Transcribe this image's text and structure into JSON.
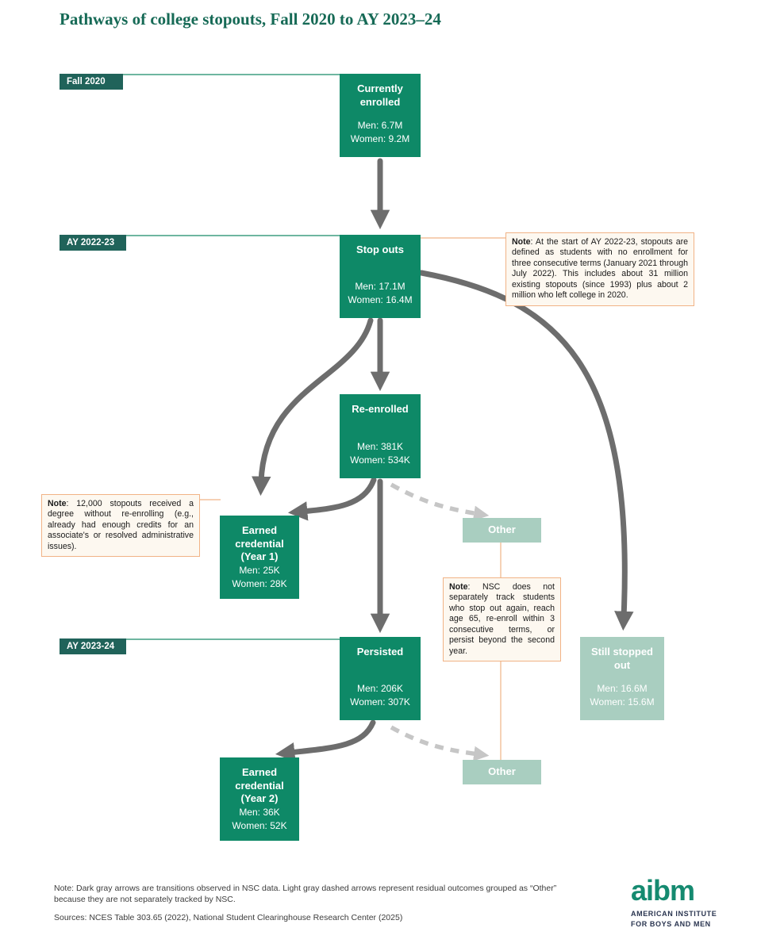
{
  "title": "Pathways of college stopouts, Fall 2020 to AY 2023–24",
  "colors": {
    "box_green": "#0e8967",
    "box_light_green": "#a9cec0",
    "period_label_teal": "#20635a",
    "timeline_teal": "#178a68",
    "arrow_dark_gray": "#6d6d6d",
    "arrow_light_gray": "#c6c6c6",
    "note_border_orange": "#f1b386",
    "note_background": "#fdf8f0",
    "title_teal": "#166a56"
  },
  "periods": [
    {
      "label": "Fall 2020"
    },
    {
      "label": "AY 2022-23"
    },
    {
      "label": "AY 2023-24"
    }
  ],
  "nodes": {
    "currently_enrolled": {
      "title": "Currently enrolled",
      "men": "Men: 6.7M",
      "women": "Women: 9.2M"
    },
    "stop_outs": {
      "title": "Stop outs",
      "men": "Men: 17.1M",
      "women": "Women: 16.4M"
    },
    "re_enrolled": {
      "title": "Re-enrolled",
      "men": "Men: 381K",
      "women": "Women: 534K"
    },
    "earned_credential_y1": {
      "title": "Earned credential (Year 1)",
      "men": "Men: 25K",
      "women": "Women: 28K"
    },
    "other_1": {
      "title": "Other"
    },
    "persisted": {
      "title": "Persisted",
      "men": "Men: 206K",
      "women": "Women: 307K"
    },
    "still_stopped_out": {
      "title": "Still stopped out",
      "men": "Men: 16.6M",
      "women": "Women: 15.6M"
    },
    "earned_credential_y2": {
      "title": "Earned credential (Year 2)",
      "men": "Men: 36K",
      "women": "Women: 52K"
    },
    "other_2": {
      "title": "Other"
    }
  },
  "notes": {
    "stopouts_definition": {
      "label": "Note",
      "text": ": At the start of AY 2022-23, stopouts are defined as students with no enrollment for three consecutive terms (January 2021 through July 2022). This includes about 31 million existing stopouts (since 1993) plus about 2 million who left college in 2020."
    },
    "degree_without_reenrolling": {
      "label": "Note",
      "text": ": 12,000 stopouts received a degree without re-enrolling (e.g., already had enough credits for an associate's or resolved administrative issues)."
    },
    "nsc_tracking": {
      "label": "Note",
      "text": ": NSC does not separately track students who stop out again, reach age 65, re-enroll within 3 consecutive terms, or persist beyond the second year."
    }
  },
  "footer": {
    "note": "Note: Dark gray arrows are transitions observed in NSC data. Light gray dashed arrows represent residual outcomes grouped as “Other” because they are not separately tracked by NSC.",
    "sources": "Sources: NCES Table 303.65 (2022), National Student Clearinghouse Research Center (2025)"
  },
  "logo": {
    "wordmark": "aibm",
    "line1": "AMERICAN INSTITUTE",
    "line2": "FOR BOYS AND MEN"
  }
}
